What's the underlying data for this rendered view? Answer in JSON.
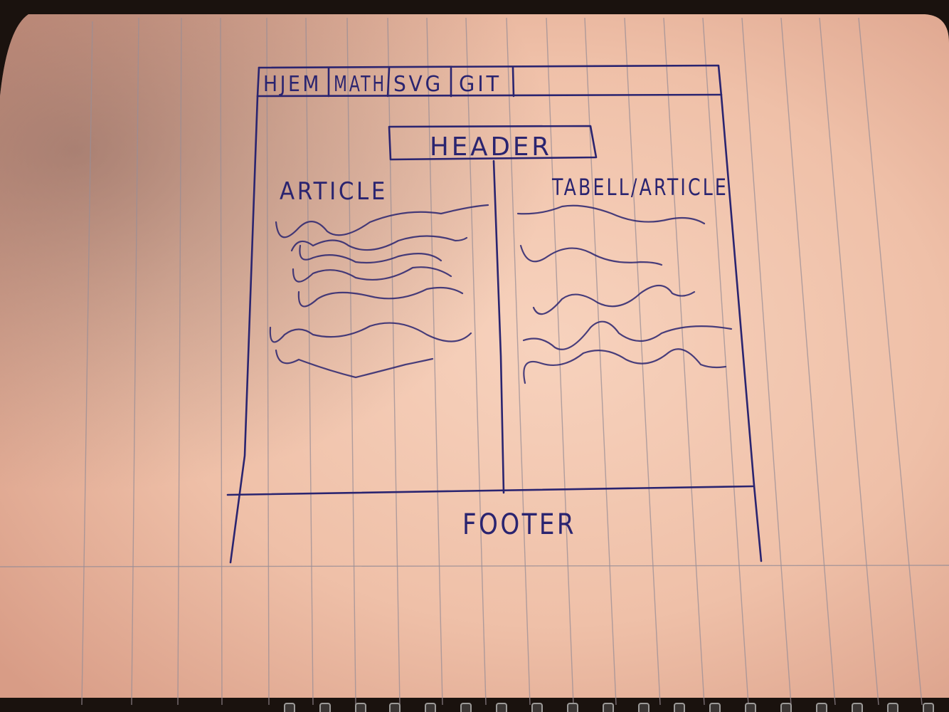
{
  "nav": {
    "items": [
      {
        "label": "HJEM"
      },
      {
        "label": "MATH"
      },
      {
        "label": "SVG"
      },
      {
        "label": "GIT"
      }
    ]
  },
  "header": {
    "label": "HEADER"
  },
  "left_column": {
    "title": "ARTICLE"
  },
  "right_column": {
    "title": "TABELL/ARTICLE"
  },
  "footer": {
    "label": "FOOTER"
  },
  "colors": {
    "paper": "#f2c4ae",
    "ink": "#2a2470",
    "ruling": "#9a8e96"
  }
}
